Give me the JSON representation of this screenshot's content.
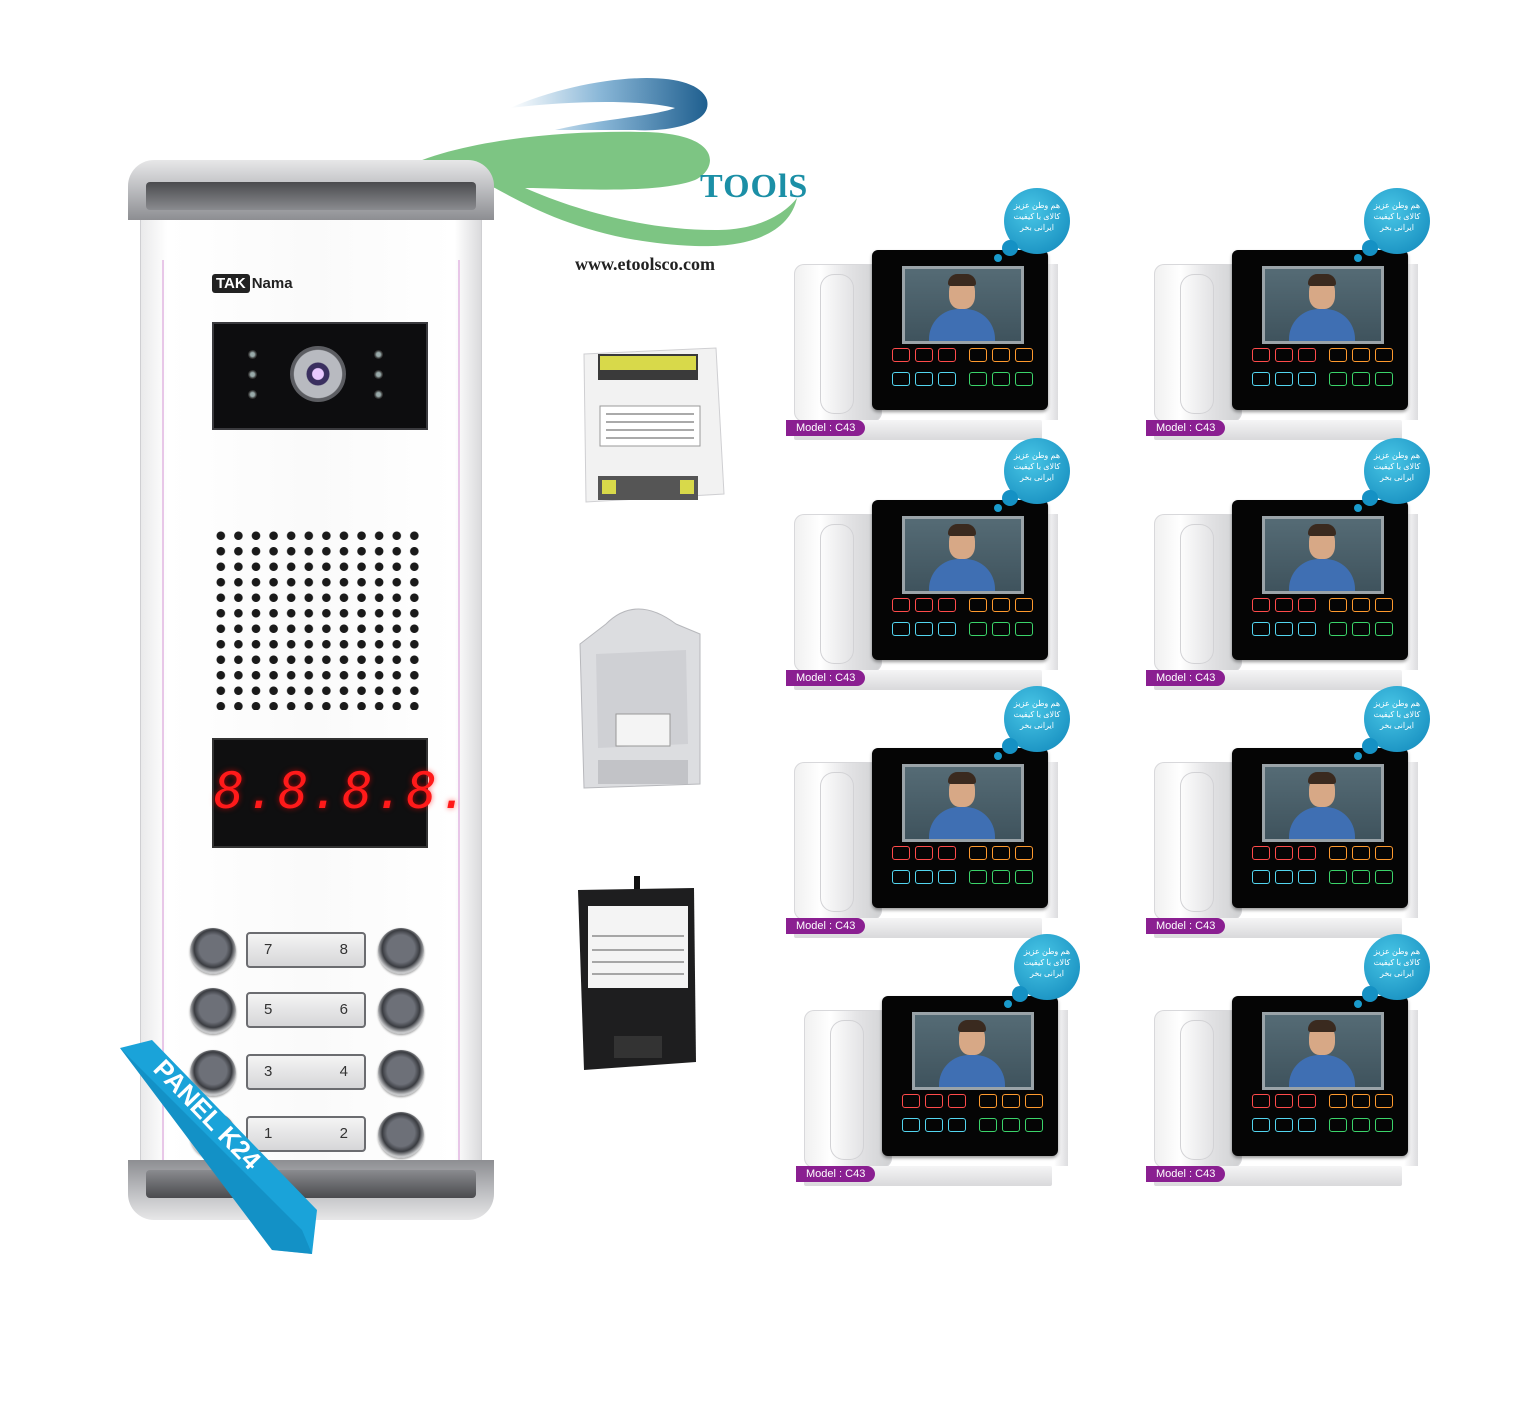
{
  "logo": {
    "wordmark": "TOOlS",
    "url": "www.etoolsco.com",
    "colors": {
      "blue": "#1b8fa6",
      "green": "#7dc583",
      "dark": "#222222"
    }
  },
  "panel": {
    "brand": {
      "box": "TAK",
      "rest": "Nama"
    },
    "display": "8.8.8.8.",
    "ribbon_label": "PANEL K24",
    "name_cards": [
      {
        "left": "7",
        "right": "8"
      },
      {
        "left": "5",
        "right": "6"
      },
      {
        "left": "3",
        "right": "4"
      },
      {
        "left": "1",
        "right": "2"
      }
    ],
    "colors": {
      "display_digits": "#ff1a1a",
      "ribbon": "#1aa3d9"
    }
  },
  "accessories": [
    {
      "name": "video-distributor",
      "icon": "distributor-box"
    },
    {
      "name": "white-power-supply",
      "icon": "adapter-white"
    },
    {
      "name": "black-power-supply",
      "icon": "adapter-black"
    }
  ],
  "monitors": [
    {
      "model": "Model : C43",
      "badge": [
        "هم وطن عزیز",
        "کالای با کیفیت",
        "ایرانی بخر"
      ]
    },
    {
      "model": "Model : C43",
      "badge": [
        "هم وطن عزیز",
        "کالای با کیفیت",
        "ایرانی بخر"
      ]
    },
    {
      "model": "Model : C43",
      "badge": [
        "هم وطن عزیز",
        "کالای با کیفیت",
        "ایرانی بخر"
      ]
    },
    {
      "model": "Model : C43",
      "badge": [
        "هم وطن عزیز",
        "کالای با کیفیت",
        "ایرانی بخر"
      ]
    },
    {
      "model": "Model : C43",
      "badge": [
        "هم وطن عزیز",
        "کالای با کیفیت",
        "ایرانی بخر"
      ]
    },
    {
      "model": "Model : C43",
      "badge": [
        "هم وطن عزیز",
        "کالای با کیفیت",
        "ایرانی بخر"
      ]
    },
    {
      "model": "Model : C43",
      "badge": [
        "هم وطن عزیز",
        "کالای با کیفیت",
        "ایرانی بخر"
      ]
    },
    {
      "model": "Model : C43",
      "badge": [
        "هم وطن عزیز",
        "کالای با کیفیت",
        "ایرانی بخر"
      ]
    }
  ],
  "monitor_colors": {
    "model_tag": "#8a1f91",
    "badge": "#0e85b9",
    "key_red": "#ff4b4b",
    "key_orange": "#ff9a2e",
    "key_cyan": "#53d6f0",
    "key_green": "#3bd46a"
  }
}
